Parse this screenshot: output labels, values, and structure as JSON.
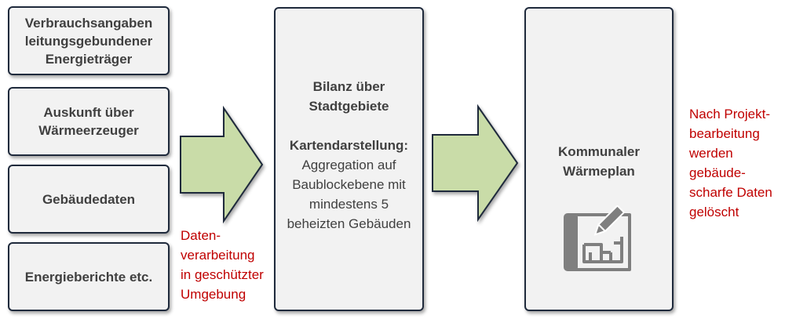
{
  "sources": [
    {
      "lines": [
        "Verbrauchsangaben",
        "leitungsgebundener",
        "Energieträger"
      ]
    },
    {
      "lines": [
        "Auskunft über",
        "Wärmeerzeuger"
      ]
    },
    {
      "lines": [
        "Gebäudedaten"
      ]
    },
    {
      "lines": [
        "Energieberichte etc."
      ]
    }
  ],
  "processing_note": {
    "lines": [
      "Daten-",
      "verarbeitung",
      "in geschützter",
      "Umgebung"
    ]
  },
  "balance_box": {
    "title_lines": [
      "Bilanz über",
      "Stadtgebiete"
    ],
    "map_title": "Kartendarstellung:",
    "map_lines": [
      "Aggregation auf",
      "Baublockebene mit",
      "mindestens 5",
      "beheizten Gebäuden"
    ]
  },
  "plan_box": {
    "title_lines": [
      "Kommunaler",
      "Wärmeplan"
    ],
    "icon": "blueprint-pencil-icon"
  },
  "deletion_note": {
    "lines": [
      "Nach Projekt-",
      "bearbeitung",
      "werden",
      "gebäude-",
      "scharfe Daten",
      "gelöscht"
    ]
  },
  "colors": {
    "box_fill": "#f2f2f2",
    "box_border": "#1f2a3c",
    "arrow_fill": "#c9dca8",
    "arrow_border": "#1f2a3c",
    "note_red": "#c00000",
    "icon_gray": "#7f7f7f"
  }
}
